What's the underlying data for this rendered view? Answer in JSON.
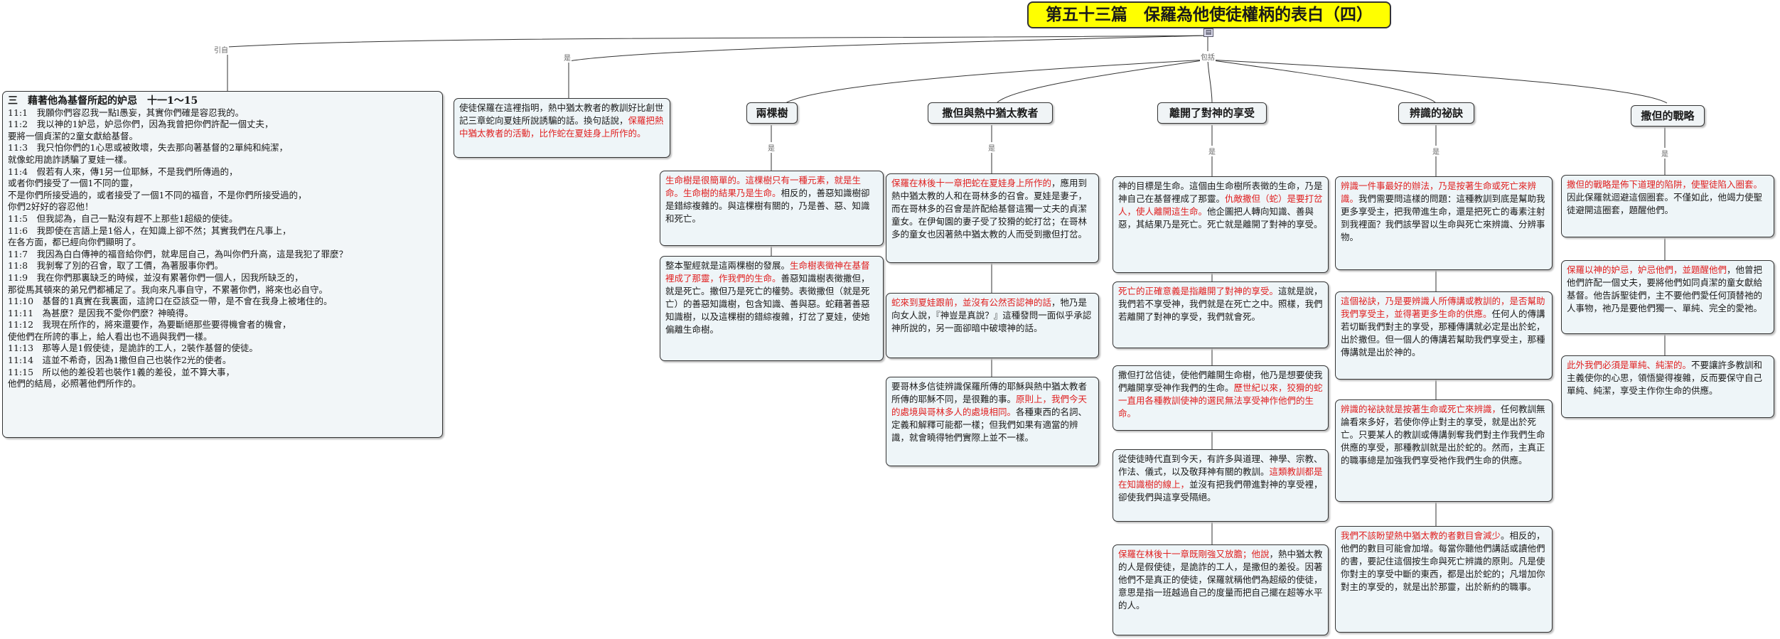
{
  "title": "第五十三篇　保羅為他使徒權柄的表白（四）",
  "connectors": {
    "left": "引自",
    "mid": "是",
    "branch": "包括",
    "leaf": "是"
  },
  "quote": {
    "heading": "三　藉著他為基督所起的妒忌　十一1～15",
    "lines": [
      "11:1　我願你們容忍我一點l愚妄，其實你們確是容忍我的。",
      "11:2　我以神的1妒忌，妒忌你們，因為我曾把你們許配一個丈夫，",
      "要將一個貞潔的2童女獻給基督。",
      "11:3　我只怕你們的1心思或被敗壞，失去那向著基督的2單純和純潔，",
      "就像蛇用詭詐誘騙了夏娃一樣。",
      "11:4　假若有人來，傳1另一位耶穌，不是我們所傳過的，",
      "或者你們接受了一個1不同的靈，",
      "不是你們所接受過的，或者接受了一個1不同的福音，不是你們所接受過的，",
      "你們2好好的容忍他！",
      "11:5　但我認為，自己一點沒有趕不上那些1超級的使徒。",
      "11:6　我即使在言語上是1俗人，在知識上卻不然；其實我們在凡事上，",
      "在各方面，都已經向你們顯明了。",
      "11:7　我因為白白傳神的福音給你們，就卑屈自己，為叫你們升高，這是我犯了罪麼？",
      "11:8　我剝奪了別的召會，取了工價，為著服事你們。",
      "11:9　我在你們那裏缺乏的時候，並沒有累著你們一個人，因我所缺乏的，",
      "那從馬其頓來的弟兄們都補足了。我向來凡事自守，不累著你們，將來也必自守。",
      "11:10　基督的1真實在我裏面，這誇口在亞該亞一帶，是不會在我身上被堵住的。",
      "11:11　為甚麼？是因我不愛你們麼？神曉得。",
      "11:12　我現在所作的，將來還要作，為要斷絕那些要得機會者的機會，",
      "使他們在所誇的事上，給人看出也不過與我們一樣。",
      "11:13　那等人是1假使徒，是詭詐的工人，2裝作基督的使徒。",
      "11:14　這並不希奇，因為1撒但自己也裝作2光的使者。",
      "11:15　所以他的差役若也裝作1義的差役，並不算大事，",
      "他們的結局，必照著他們所作的。"
    ]
  },
  "intro": {
    "plain": "使徒保羅在這裡指明，熱中猶太教者的教訓好比創世記三章蛇向夏娃所說誘騙的話。換句話說，",
    "red": "保羅把熱中猶太教者的活動，比作蛇在夏娃身上所作的。"
  },
  "branches": {
    "trees": {
      "header": "兩棵樹",
      "items": [
        {
          "red": "生命樹是很簡單的。這棵樹只有一種元素，就是生命。生命樹的結果乃是生命。",
          "plain": "相反的，善惡知識樹卻是錯綜複雜的。與這棵樹有關的，乃是善、惡、知識和死亡。"
        },
        {
          "red0": "",
          "plain0": "整本聖經就是這兩棵樹的發展。",
          "red": "生命樹表徵神在基督裡成了那靈，作我們的生命。",
          "plain": "善惡知識樹表徵撒但，就是死亡。撒但乃是死亡的權勢。表徵撒但（就是死亡）的善惡知識樹，包含知識、善與惡。蛇藉著善惡知識樹，以及這棵樹的錯綜複雜，打岔了夏娃，使她偏離生命樹。"
        }
      ]
    },
    "satan": {
      "header": "撒但與熱中猶太教者",
      "items": [
        {
          "red": "保羅在林後十一章把蛇在夏娃身上所作的",
          "plain": "，應用到熱中猶太教的人和在哥林多的召會。夏娃是妻子，而在哥林多的召會是許配給基督這獨一丈夫的貞潔童女。在伊甸園的妻子受了狡猾的蛇打岔；在哥林多的童女也因著熱中猶太教的人而受到撒但打岔。"
        },
        {
          "red": "蛇來到夏娃跟前，並沒有公然否認神的話",
          "plain": "，牠乃是向女人說，『神豈是真說？』這種發問一面似乎承認神所說的，另一面卻暗中破壞神的話。"
        },
        {
          "plain0": "要哥林多信徒辨識保羅所傳的耶穌與熱中猶太教者所傳的耶穌不同，是很難的事。",
          "red": "原則上，我們今天的處境與哥林多人的處境相同。",
          "plain": "各種東西的名詞、定義和解釋可能都一樣；但我們如果有適當的辨識，就會曉得牠們實際上並不一樣。"
        }
      ]
    },
    "leave": {
      "header": "離開了對神的享受",
      "items": [
        {
          "plain0": "神的目標是生命。這個由生命樹所表徵的生命，乃是神自己在基督裡成了那靈。",
          "red": "仇敵撒但（蛇）是要打岔人，使人離開這生命。",
          "plain": "他企圖把人轉向知識、善與惡，其結果乃是死亡。死亡就是離開了對神的享受。"
        },
        {
          "red": "死亡的正確意義是指離開了對神的享受。",
          "plain": "這就是說，我們若不享受神，我們就是在死亡之中。照樣，我們若離開了對神的享受，我們就會死。"
        },
        {
          "plain0": "撒但打岔信徒，使他們離開生命樹，他乃是想要使我們離開享受神作我們的生命。",
          "red": "歷世紀以來，狡猾的蛇一直用各種教訓使神的選民無法享受神作他們的生命。",
          "plain": ""
        },
        {
          "plain0": "從使徒時代直到今天，有許多與道理、神學、宗教、作法、儀式，以及敬拜神有關的教訓。",
          "red": "這類教訓都是在知識樹的線上，",
          "plain": "並沒有把我們帶進對神的享受裡，卻使我們與這享受隔絕。"
        },
        {
          "red": "保羅在林後十一章既剛強又放膽；他說",
          "plain": "，熱中猶太教的人是假使徒，是詭詐的工人，是撒但的差役。因著他們不是真正的使徒，保羅就稱他們為超級的使徒，意思是指一班越過自己的度量而把自己擺在超等水平的人。"
        }
      ]
    },
    "discern": {
      "header": "辨識的祕訣",
      "items": [
        {
          "red": "辨識一件事最好的辦法，乃是按著生命或死亡來辨識。",
          "plain": "我們需要問這樣的問題：這種教訓到底是幫助我更多享受主，把我帶進生命，還是把死亡的毒素注射到我裡面？我們該學習以生命與死亡來辨識、分辨事物。"
        },
        {
          "red": "這個祕訣，乃是要辨識人所傳講或教訓的，是否幫助我們享受主，並得著更多生命的供應。",
          "plain": "任何人的傳講若切斷我們對主的享受，那種傳講就必定是出於蛇，出於撒但。但一個人的傳講若幫助我們享受主，那種傳講就是出於神的。"
        },
        {
          "red": "辨識的祕訣就是按著生命或死亡來辨識，",
          "plain": "任何教訓無論看來多好，若使你停止對主的享受，就是出於死亡。只要某人的教訓或傳講剝奪我們對主作我們生命供應的享受，那種教訓就是出於蛇的。然而，主真正的職事總是加強我們享受祂作我們生命的供應。"
        },
        {
          "red": "我們不該盼望熱中猶太教的者數目會減少",
          "plain": "。相反的，他們的數目可能會加增。每當你聽他們講話或讀他們的書，要記住這個按生命與死亡辨識的原則。凡是使你對主的享受中斷的東西，都是出於蛇的；凡增加你對主的享受的，就是出於那靈，出於新約的職事。"
        }
      ]
    },
    "strategy": {
      "header": "撒但的戰略",
      "items": [
        {
          "red": "撒但的戰略是佈下道理的陷阱，使聖徒陷入圈套。",
          "plain": "因此保羅就迴避這個圈套。不僅如此，他竭力使聖徒避開這圈套，題醒他們。"
        },
        {
          "red": "保羅以神的妒忌，妒忌他們，並題醒他們",
          "plain": "，他曾把他們許配一個丈夫，要將他們如同貞潔的童女獻給基督。他告訴聖徒們，主不要他們愛任何頂替祂的人事物，祂乃是要他們獨一、單純、完全的愛祂。"
        },
        {
          "red": "此外我們必須是單純、純潔的。",
          "plain": "不要讓許多教訓和主義使你的心思，領悟變得複雜，反而要保守自己單純、純潔，享受主作你生命的供應。"
        }
      ]
    }
  }
}
